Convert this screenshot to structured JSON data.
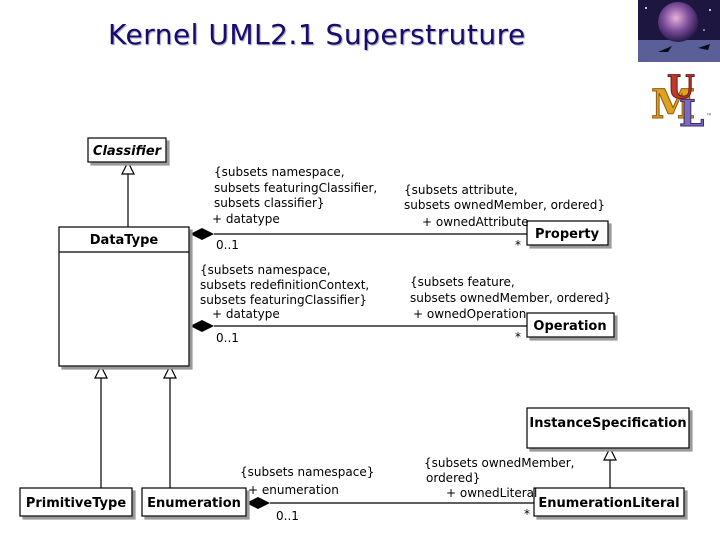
{
  "title": "Kernel UML2.1 Superstruture",
  "logo": {
    "letters": "UML",
    "tm": "™"
  },
  "classes": {
    "classifier": "Classifier",
    "datatype": "DataType",
    "property": "Property",
    "operation": "Operation",
    "primitivetype": "PrimitiveType",
    "enumeration": "Enumeration",
    "instancespec": "InstanceSpecification",
    "enumliteral": "EnumerationLiteral"
  },
  "associations": {
    "attr": {
      "left_lines": [
        "{subsets namespace,",
        "subsets featuringClassifier,",
        "subsets classifier}",
        "+ datatype"
      ],
      "left_mult": "0..1",
      "right_lines": [
        "{subsets attribute,",
        "subsets ownedMember, ordered}",
        "+ ownedAttribute"
      ],
      "right_mult": "*"
    },
    "op": {
      "left_lines": [
        "{subsets namespace,",
        "subsets redefinitionContext,",
        "subsets featuringClassifier}",
        "+ datatype"
      ],
      "left_mult": "0..1",
      "right_lines": [
        "{subsets feature,",
        "subsets ownedMember, ordered}",
        "+ ownedOperation"
      ],
      "right_mult": "*"
    },
    "lit": {
      "left_lines": [
        "{subsets namespace}",
        "+ enumeration"
      ],
      "left_mult": "0..1",
      "right_lines": [
        "{subsets ownedMember,",
        "ordered}",
        "+ ownedLiteral"
      ],
      "right_mult": "*"
    }
  }
}
